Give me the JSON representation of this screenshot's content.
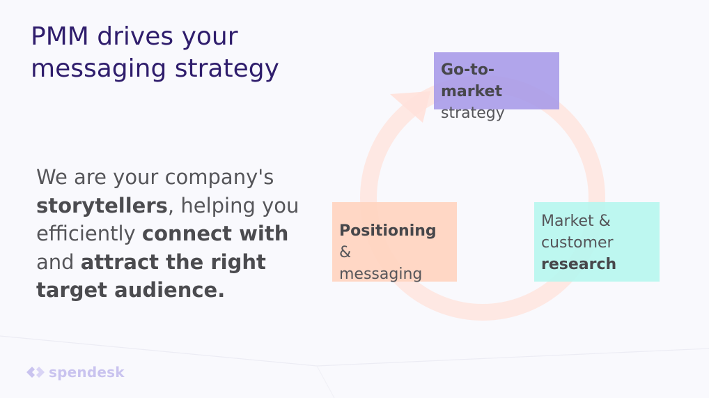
{
  "slide": {
    "title_lines": [
      "PMM drives your",
      "messaging strategy"
    ],
    "body": {
      "p1": "We are your company's ",
      "b1": "storytellers",
      "p2": ", helping you efficiently ",
      "b2": "connect with",
      "p3": " and ",
      "b3": "attract the right target audience."
    }
  },
  "cycle": {
    "go_to_market": {
      "bold": "Go-to-market",
      "rest": "strategy"
    },
    "positioning": {
      "bold": "Positioning",
      "rest_inline": " &",
      "rest": "messaging"
    },
    "market": {
      "line1": "Market &",
      "line2": "customer",
      "bold": "research"
    },
    "arrow_color": "#ffe1da"
  },
  "brand": {
    "name": "spendesk",
    "color": "#c9c3ef"
  }
}
